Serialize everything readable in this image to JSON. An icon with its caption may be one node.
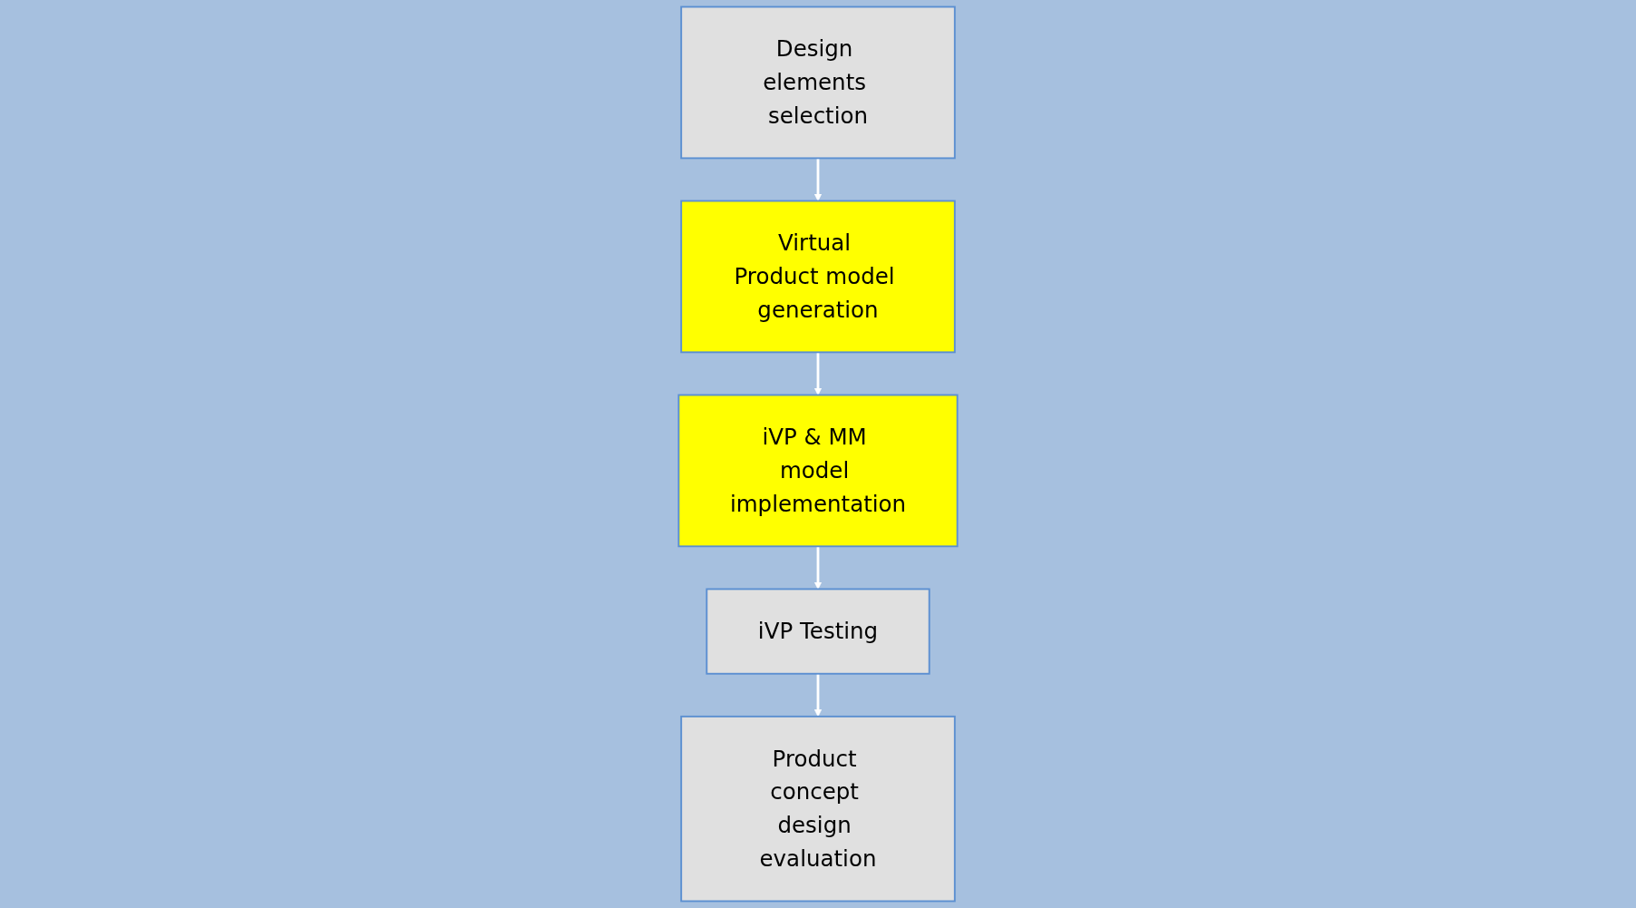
{
  "diagram": {
    "nodes": [
      {
        "text": [
          "Design elements selection"
        ]
      },
      {
        "text": [
          "Virtual Product model generation"
        ]
      },
      {
        "text": [
          "iVP & MM model implementation"
        ]
      },
      {
        "text": [
          "iVP Testing"
        ]
      },
      {
        "text": [
          "Product concept design evaluation"
        ]
      }
    ],
    "edges": [
      {
        "from": 0,
        "to": 1,
        "arrow": "to"
      },
      {
        "from": 1,
        "to": 2,
        "arrow": "to"
      },
      {
        "from": 2,
        "to": 3,
        "arrow": "to"
      },
      {
        "from": 3,
        "to": 4,
        "arrow": "to"
      }
    ]
  }
}
